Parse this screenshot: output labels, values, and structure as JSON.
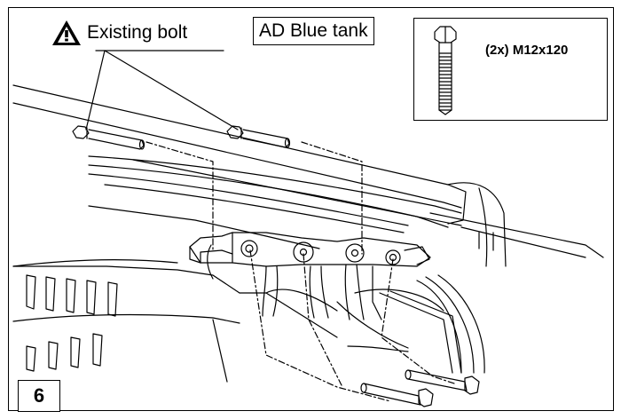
{
  "warning": {
    "label": "Existing bolt",
    "icon": "warning-triangle-icon"
  },
  "title": "AD Blue tank",
  "inset": {
    "bolt_spec": "(2x) M12x120",
    "icon": "hex-bolt-icon"
  },
  "step_number": "6",
  "colors": {
    "line": "#000000",
    "background": "#ffffff"
  }
}
